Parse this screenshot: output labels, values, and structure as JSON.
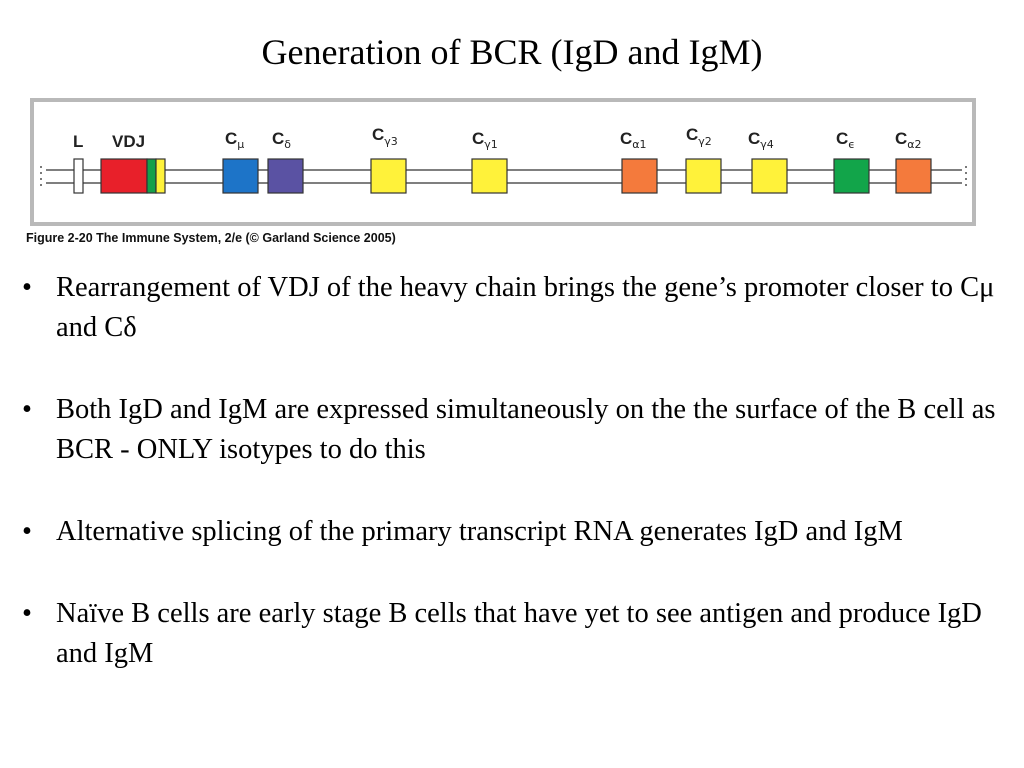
{
  "slide": {
    "title": "Generation of BCR (IgD and IgM)"
  },
  "figure": {
    "caption": "Figure 2-20  The Immune System, 2/e (© Garland Science 2005)",
    "segments": [
      {
        "main": "L",
        "sub": "",
        "color": "#ffffff",
        "name": "segment-L"
      },
      {
        "main": "VDJ",
        "sub": "",
        "color": "#e8202a",
        "name": "segment-VDJ"
      },
      {
        "main": "C",
        "sub": "μ",
        "color": "#1d74c8",
        "name": "segment-C-mu"
      },
      {
        "main": "C",
        "sub": "δ",
        "color": "#5a52a3",
        "name": "segment-C-delta"
      },
      {
        "main": "C",
        "sub": "γ3",
        "color": "#fff23a",
        "name": "segment-C-gamma3"
      },
      {
        "main": "C",
        "sub": "γ1",
        "color": "#fff23a",
        "name": "segment-C-gamma1"
      },
      {
        "main": "C",
        "sub": "α1",
        "color": "#f47a3c",
        "name": "segment-C-alpha1"
      },
      {
        "main": "C",
        "sub": "γ2",
        "color": "#fff23a",
        "name": "segment-C-gamma2"
      },
      {
        "main": "C",
        "sub": "γ4",
        "color": "#fff23a",
        "name": "segment-C-gamma4"
      },
      {
        "main": "C",
        "sub": "ϵ",
        "color": "#12a54a",
        "name": "segment-C-epsilon"
      },
      {
        "main": "C",
        "sub": "α2",
        "color": "#f47a3c",
        "name": "segment-C-alpha2"
      }
    ],
    "vdj_extra_colors": [
      "#16a04a",
      "#fff23a"
    ]
  },
  "bullets": [
    {
      "symbol": "•",
      "text": "Rearrangement of VDJ of the heavy chain brings the gene’s promoter closer to Cμ and Cδ"
    },
    {
      "symbol": "•",
      "text": "Both IgD and IgM are expressed simultaneously on the the surface of the B cell as BCR - ONLY isotypes to do this"
    },
    {
      "symbol": "•",
      "text": "Alternative splicing of the primary transcript RNA generates IgD and IgM"
    },
    {
      "symbol": "•",
      "text": "Naïve B cells are early stage B cells that have yet to see antigen and produce IgD and IgM"
    }
  ]
}
